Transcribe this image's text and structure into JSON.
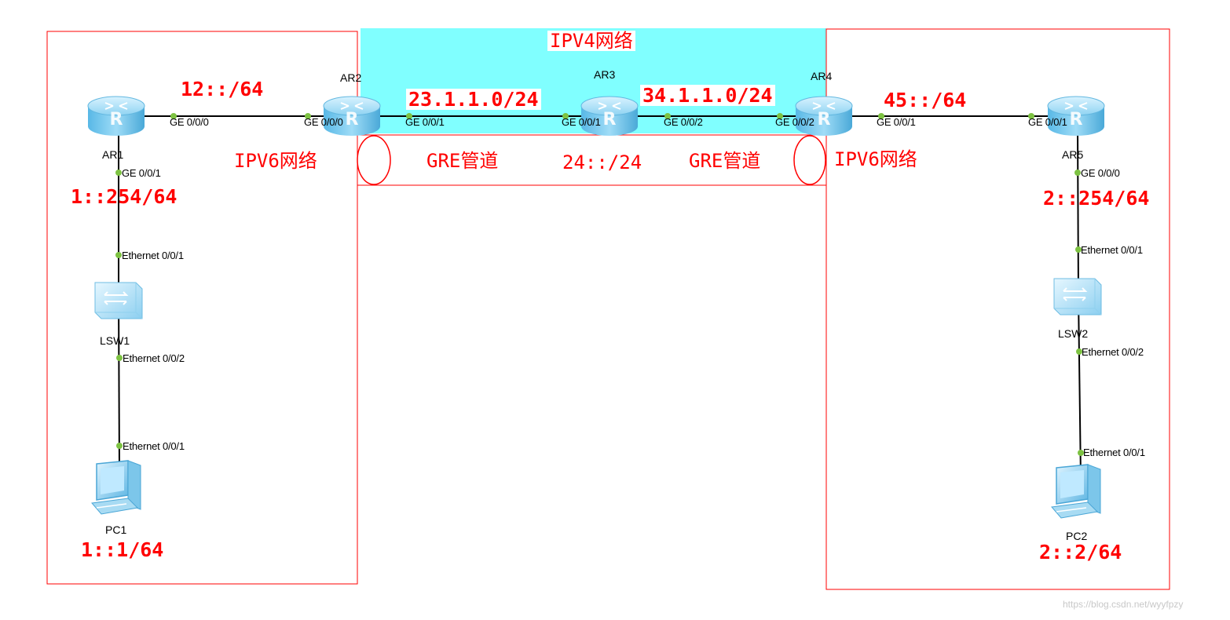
{
  "regions": {
    "ipv4_label": "IPV4网络",
    "ipv6_left_label": "IPV6网络",
    "ipv6_right_label": "IPV6网络",
    "gre_left_label": "GRE管道",
    "gre_right_label": "GRE管道",
    "tunnel_subnet": "24::/24",
    "colors": {
      "ipv4_fill": "#80ffff",
      "boundary": "#ff0000",
      "annotation": "#ff0000",
      "link": "#000000",
      "port_dot": "#7dc242"
    }
  },
  "devices": {
    "ar1": "AR1",
    "ar2": "AR2",
    "ar3": "AR3",
    "ar4": "AR4",
    "ar5": "AR5",
    "lsw1": "LSW1",
    "lsw2": "LSW2",
    "pc1": "PC1",
    "pc2": "PC2"
  },
  "ports": {
    "ar1_ge000": "GE 0/0/0",
    "ar2_ge000": "GE 0/0/0",
    "ar2_ge001": "GE 0/0/1",
    "ar3_ge001": "GE 0/0/1",
    "ar3_ge002": "GE 0/0/2",
    "ar4_ge002": "GE 0/0/2",
    "ar4_ge001": "GE 0/0/1",
    "ar5_ge001": "GE 0/0/1",
    "ar1_ge001": "GE 0/0/1",
    "lsw1_eth001": "Ethernet 0/0/1",
    "lsw1_eth002": "Ethernet 0/0/2",
    "pc1_eth001": "Ethernet 0/0/1",
    "ar5_ge000": "GE 0/0/0",
    "lsw2_eth001": "Ethernet 0/0/1",
    "lsw2_eth002": "Ethernet 0/0/2",
    "pc2_eth001": "Ethernet 0/0/1"
  },
  "networks": {
    "link_ar1_ar2": "12::/64",
    "link_ar2_ar3": "23.1.1.0/24",
    "link_ar3_ar4": "34.1.1.0/24",
    "link_ar4_ar5": "45::/64",
    "ar1_lan": "1::254/64",
    "pc1_addr": "1::1/64",
    "ar5_lan": "2::254/64",
    "pc2_addr": "2::2/64"
  },
  "watermark": "https://blog.csdn.net/wyyfpzy",
  "icons": {
    "router": "router-icon",
    "switch": "switch-icon",
    "pc": "pc-icon"
  }
}
